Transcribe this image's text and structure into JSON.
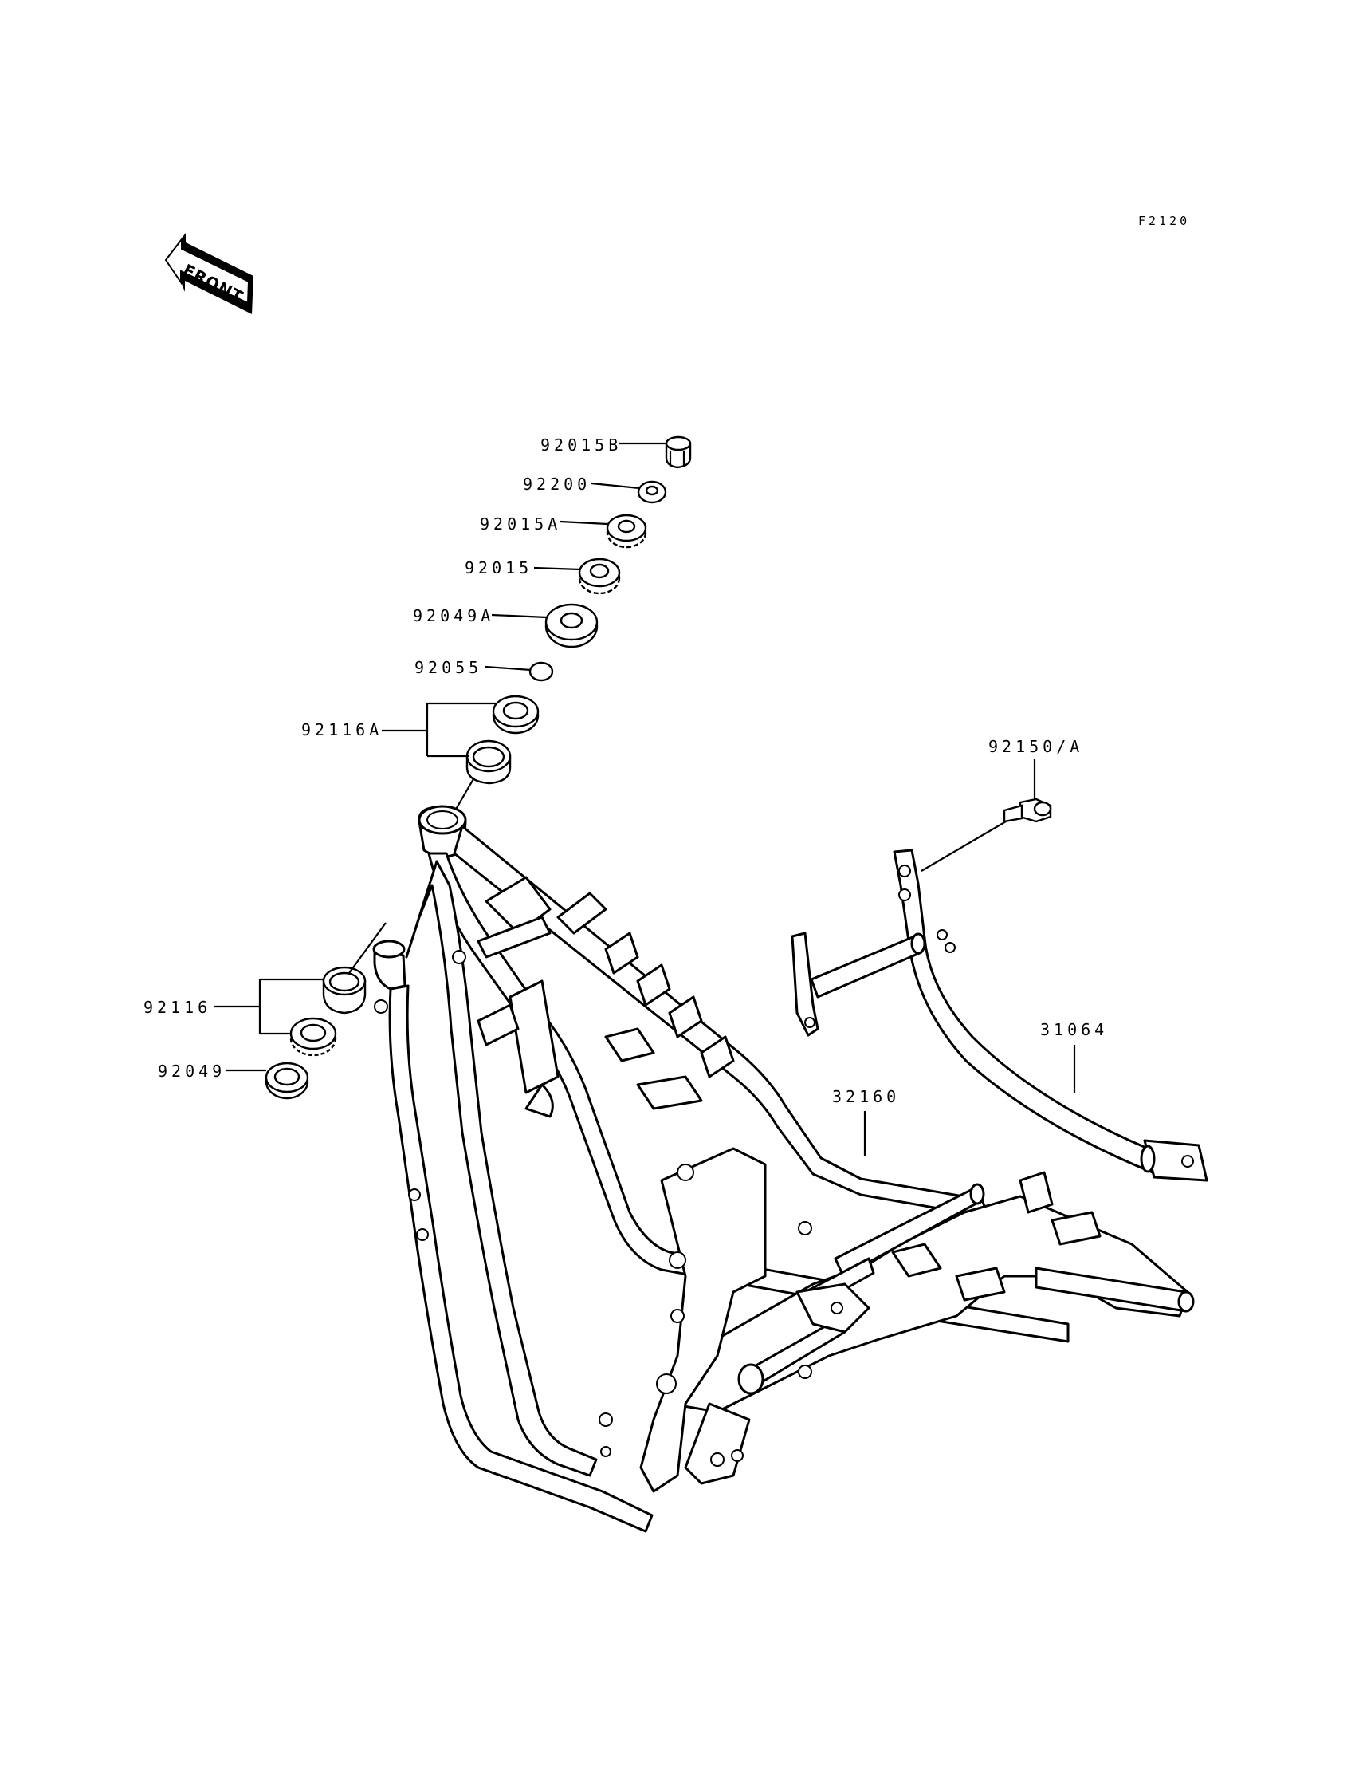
{
  "figure_code": "F2120",
  "front_arrow_label": "FRONT",
  "parts": {
    "p92015B": "92015B",
    "p92200": "92200",
    "p92015A": "92015A",
    "p92015": "92015",
    "p92049A": "92049A",
    "p92055": "92055",
    "p92116A": "92116A",
    "p92150A": "92150/A",
    "p31064": "31064",
    "p32160": "32160",
    "p92116": "92116",
    "p92049": "92049"
  }
}
